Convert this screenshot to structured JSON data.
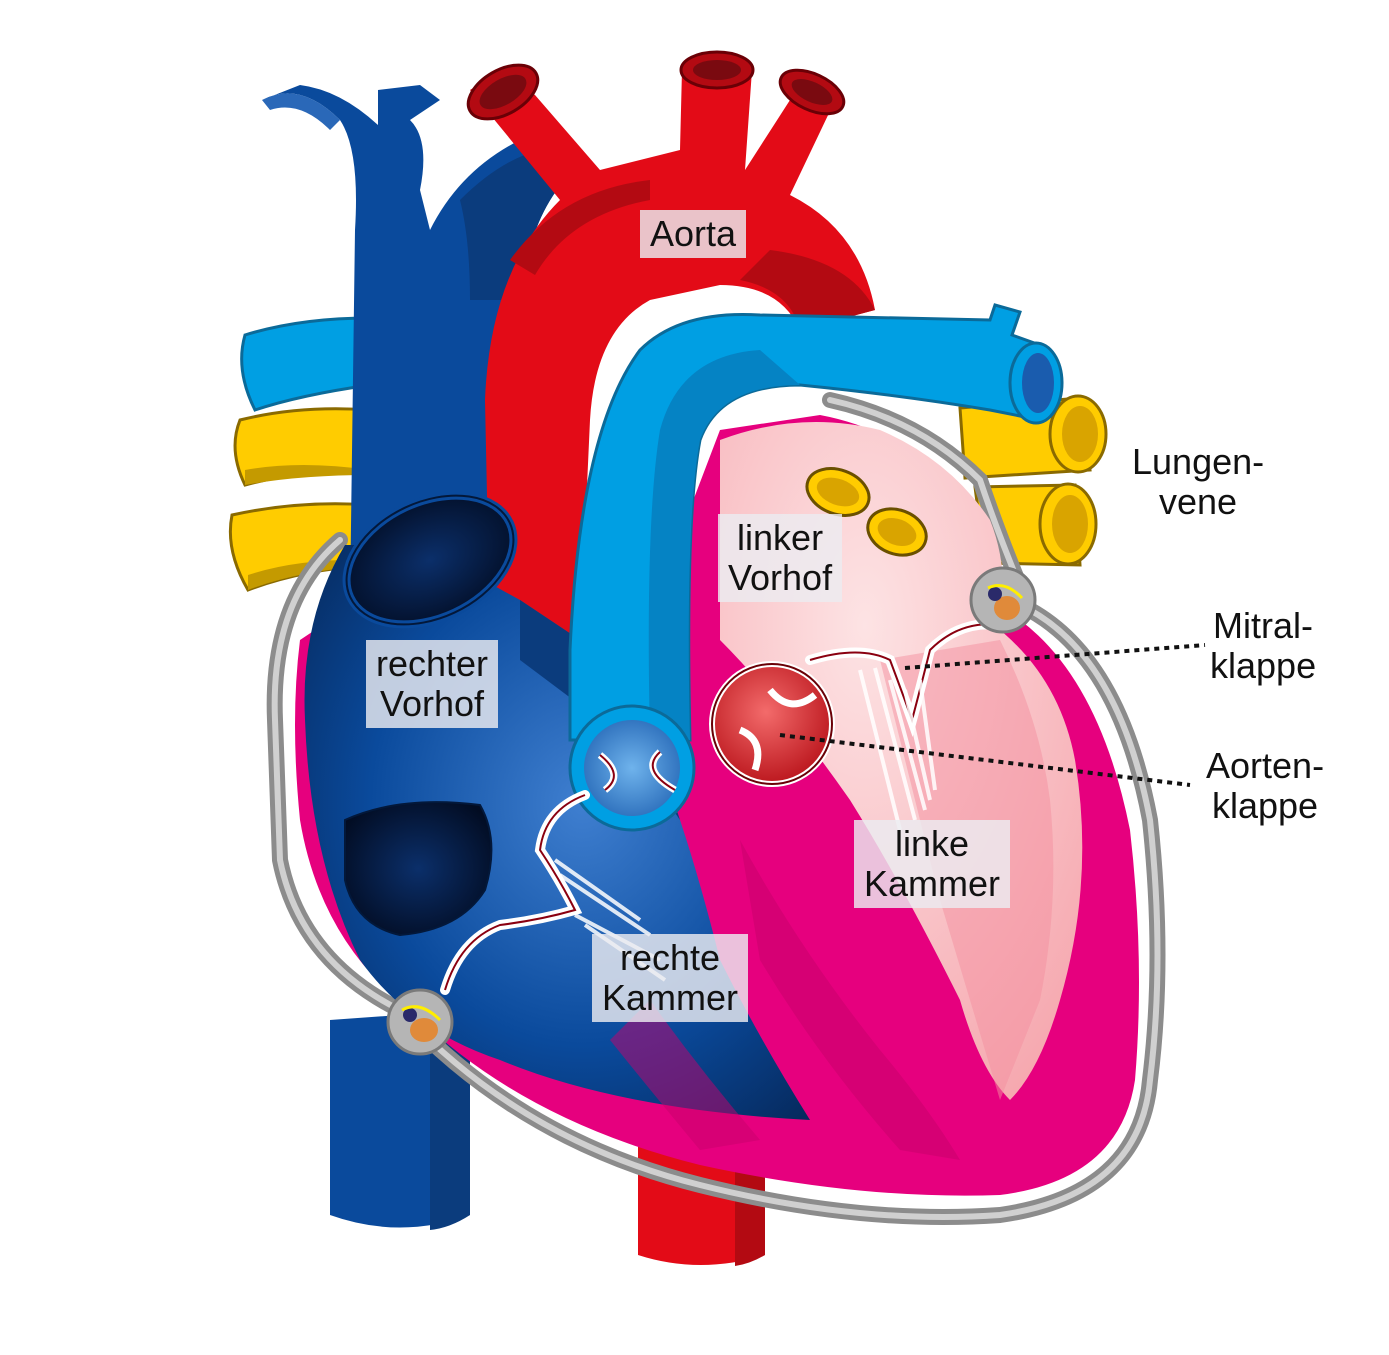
{
  "labels": {
    "aorta": "Aorta",
    "linker_vorhof": [
      "linker",
      "Vorhof"
    ],
    "rechter_vorhof": [
      "rechter",
      "Vorhof"
    ],
    "linke_kammer": [
      "linke",
      "Kammer"
    ],
    "rechte_kammer": [
      "rechte",
      "Kammer"
    ],
    "lungenvene": [
      "Lungen-",
      "vene"
    ],
    "mitralklappe": [
      "Mitral-",
      "klappe"
    ],
    "aortenklappe": [
      "Aorten-",
      "klappe"
    ]
  },
  "colors": {
    "vein_blue": "#0a4a9c",
    "artery_red": "#e30b17",
    "pulmonary_light_blue": "#009fe3",
    "pulmonary_vein_yellow": "#ffcc00",
    "myocardium_magenta": "#e6007e",
    "left_heart_pink": "#f6a9b0",
    "pericardium_gray": "#8c8c8c"
  }
}
